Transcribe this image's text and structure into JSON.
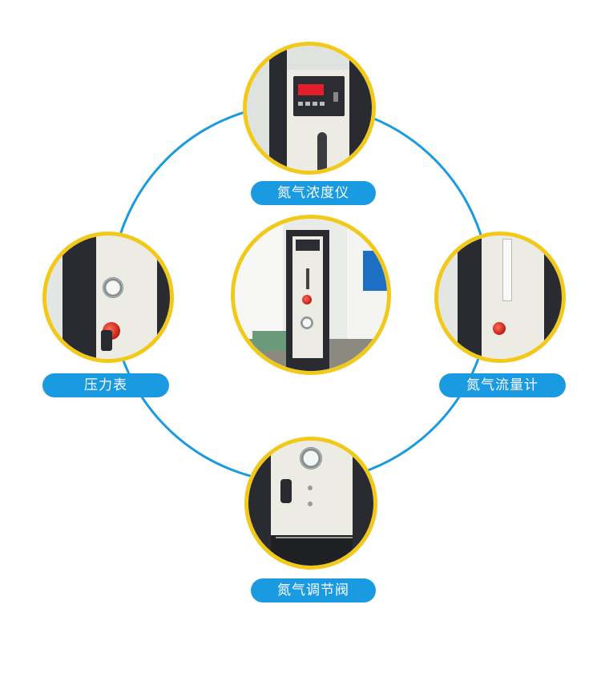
{
  "labels": {
    "top": "氮气浓度仪",
    "left": "压力表",
    "right": "氮气流量计",
    "bottom": "氮气调节阀"
  },
  "colors": {
    "ring": "#1a9ae0",
    "photo_border": "#f3c919",
    "label_bg": "#1a9ae0",
    "label_text": "#ffffff"
  }
}
